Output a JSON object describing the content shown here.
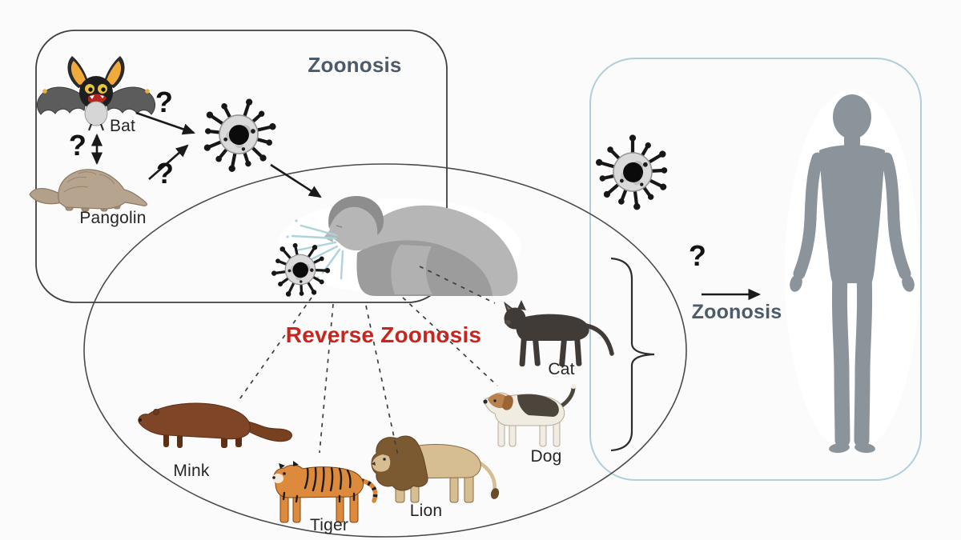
{
  "labels": {
    "zoonosis_left": "Zoonosis",
    "reverse_zoonosis": "Reverse Zoonosis",
    "zoonosis_right": "Zoonosis",
    "bat": "Bat",
    "pangolin": "Pangolin",
    "mink": "Mink",
    "tiger": "Tiger",
    "lion": "Lion",
    "dog": "Dog",
    "cat": "Cat"
  },
  "question_marks": {
    "bat_to_virus": "?",
    "bat_pangolin": "?",
    "pangolin_to_virus": "?",
    "animals_to_human": "?"
  },
  "icons": {
    "virus": "coronavirus-particle",
    "bat": "cartoon-bat",
    "pangolin": "pangolin",
    "coughing_person": "person-coughing-droplets",
    "human": "human-silhouette",
    "mink": "mink",
    "tiger": "tiger",
    "lion": "lion",
    "dog": "beagle-dog",
    "cat": "cat",
    "brace": "right-curly-brace"
  },
  "colors": {
    "zoonosis_text": "#4d5b69",
    "reverse_zoonosis_text": "#c9251f",
    "animal_label_text": "#262626",
    "question_mark_text": "#121212",
    "left_box_border": "#3f3f3f",
    "right_box_border": "#b2cedb",
    "ellipse_border": "#4a4a4a",
    "cough_spray": "#aed3da",
    "background": "#fbfbfb"
  }
}
